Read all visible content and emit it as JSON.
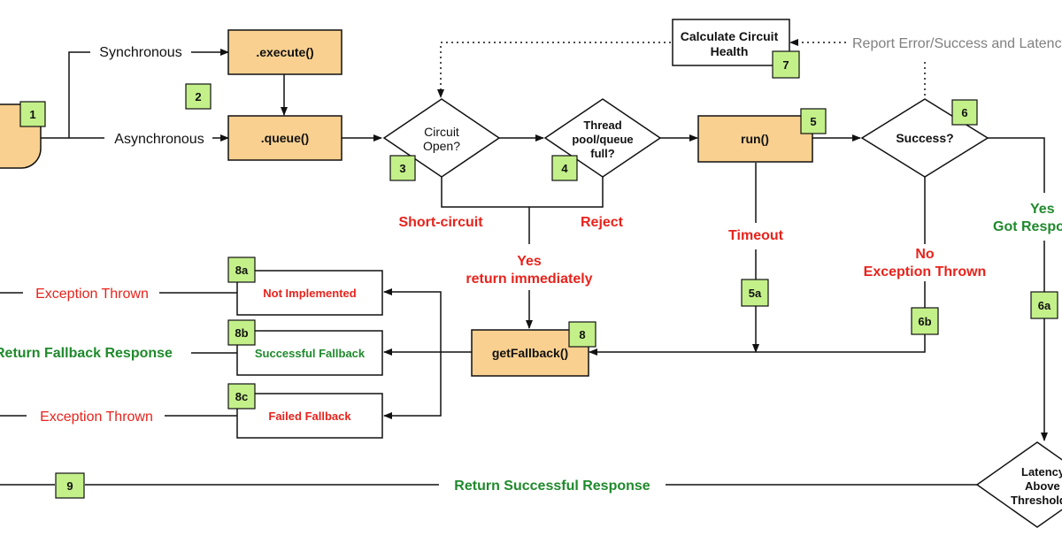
{
  "nodes": {
    "execute": ".execute()",
    "queue": ".queue()",
    "run": "run()",
    "get_fallback": "getFallback()",
    "calc_health_line1": "Calculate Circuit",
    "calc_health_line2": "Health",
    "not_implemented": "Not Implemented",
    "successful_fallback": "Successful Fallback",
    "failed_fallback": "Failed Fallback"
  },
  "decisions": {
    "circuit_open_line1": "Circuit",
    "circuit_open_line2": "Open?",
    "thread_pool_line1": "Thread",
    "thread_pool_line2": "pool/queue",
    "thread_pool_line3": "full?",
    "success": "Success?",
    "latency_line1": "Latency",
    "latency_line2": "Above",
    "latency_line3": "Threshold"
  },
  "badges": [
    "1",
    "2",
    "3",
    "4",
    "5",
    "6",
    "7",
    "8",
    "8a",
    "8b",
    "8c",
    "5a",
    "6a",
    "6b",
    "9"
  ],
  "edge_labels": {
    "synchronous": "Synchronous",
    "asynchronous": "Asynchronous",
    "short_circuit": "Short-circuit",
    "reject": "Reject",
    "yes_return_line1": "Yes",
    "yes_return_line2": "return immediately",
    "timeout": "Timeout",
    "no_exception_line1": "No",
    "no_exception_line2": "Exception Thrown",
    "yes_got_line1": "Yes",
    "yes_got_line2": "Got Response",
    "report": "Report Error/Success and Latency",
    "exception_thrown_a": "Exception Thrown",
    "return_fallback": "Return Fallback Response",
    "exception_thrown_c": "Exception Thrown",
    "return_successful": "Return Successful Response"
  },
  "colors": {
    "node_fill": "#f9d08f",
    "badge_fill": "#c4f08a",
    "error_red": "#e8231c",
    "success_green": "#1f8a2c",
    "report_gray": "#808080"
  }
}
